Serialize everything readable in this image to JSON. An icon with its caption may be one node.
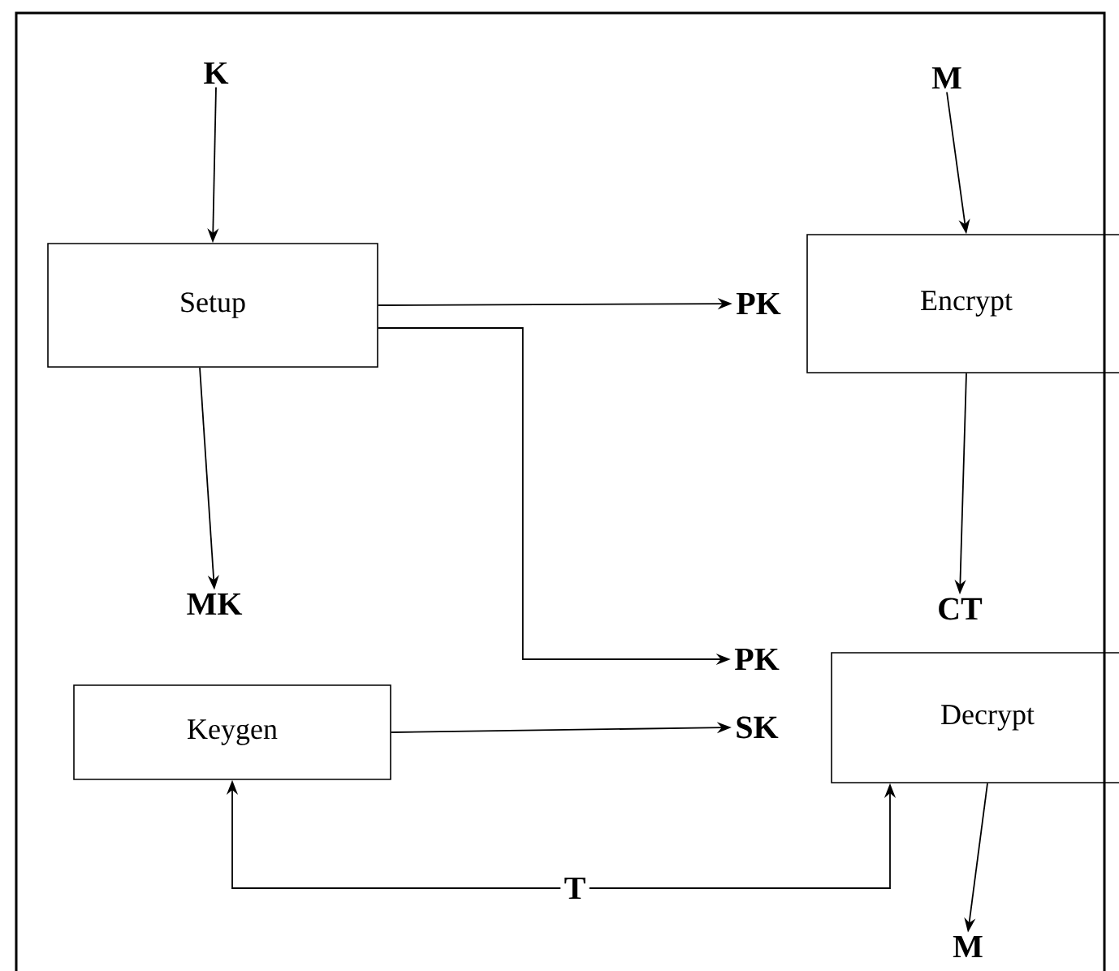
{
  "diagram": {
    "nodes": [
      {
        "text": [
          "K"
        ]
      },
      {
        "text": [
          "M"
        ]
      },
      {
        "text": [
          "Setup"
        ]
      },
      {
        "text": [
          "PK"
        ]
      },
      {
        "text": [
          "Encrypt"
        ]
      },
      {
        "text": [
          "MK"
        ]
      },
      {
        "text": [
          "CT"
        ]
      },
      {
        "text": [
          "PK"
        ]
      },
      {
        "text": [
          "Keygen"
        ]
      },
      {
        "text": [
          "SK"
        ]
      },
      {
        "text": [
          "Decrypt"
        ]
      },
      {
        "text": [
          "T"
        ]
      },
      {
        "text": [
          "M"
        ]
      }
    ],
    "edges": [
      {
        "from": 0,
        "to": 2,
        "arrow": "to"
      },
      {
        "from": 1,
        "to": 4,
        "arrow": "to"
      },
      {
        "from": 2,
        "to": 3,
        "arrow": "to"
      },
      {
        "from": 2,
        "to": 7,
        "arrow": "to"
      },
      {
        "from": 2,
        "to": 5,
        "arrow": "to"
      },
      {
        "from": 4,
        "to": 6,
        "arrow": "to"
      },
      {
        "from": 8,
        "to": 9,
        "arrow": "to"
      },
      {
        "from": 10,
        "to": 12,
        "arrow": "to"
      },
      {
        "from": 11,
        "to": 8,
        "arrow": "to"
      },
      {
        "from": 11,
        "to": 10,
        "arrow": "to"
      }
    ]
  }
}
